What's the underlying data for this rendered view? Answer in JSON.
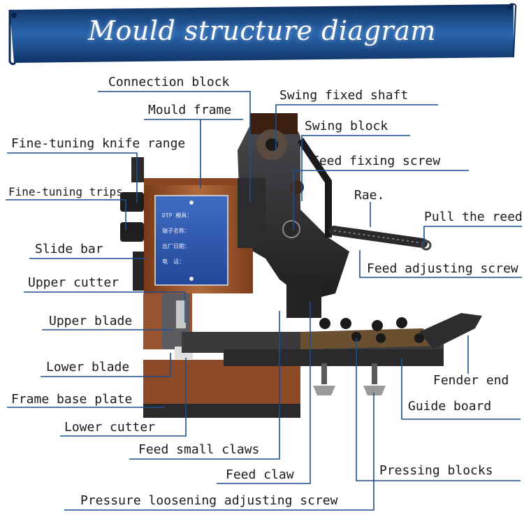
{
  "title": "Mould structure diagram",
  "labels": {
    "connection_block": "Connection block",
    "mould_frame": "Mould frame",
    "fine_tuning_knife_range": "Fine-tuning knife range",
    "fine_tuning_trips": "Fine-tuning trips",
    "slide_bar": "Slide bar",
    "upper_cutter": "Upper cutter",
    "upper_blade": "Upper blade",
    "lower_blade": "Lower blade",
    "frame_base_plate": "Frame base plate",
    "lower_cutter": "Lower cutter",
    "feed_small_claws": "Feed small claws",
    "feed_claw": "Feed claw",
    "pressure_loosening_adjusting_screw": "Pressure loosening adjusting screw",
    "swing_fixed_shaft": "Swing fixed shaft",
    "swing_block": "Swing block",
    "feed_fixing_screw": "Feed fixing screw",
    "rae": "Rae.",
    "pull_the_reed": "Pull the reed",
    "feed_adjusting_screw": "Feed adjusting screw",
    "fender_end": "Fender end",
    "guide_board": "Guide board",
    "pressing_blocks": "Pressing blocks"
  },
  "plate": {
    "rows": [
      "DTP 模具：",
      "端子名称：",
      "出厂日期：",
      "电　话："
    ]
  },
  "colors": {
    "banner": "#1f5494",
    "leader": "#1c4f8f",
    "frame_copper": "#a4592f",
    "plate_blue": "#2e56a8",
    "steel_dark": "#2a2a2c"
  }
}
